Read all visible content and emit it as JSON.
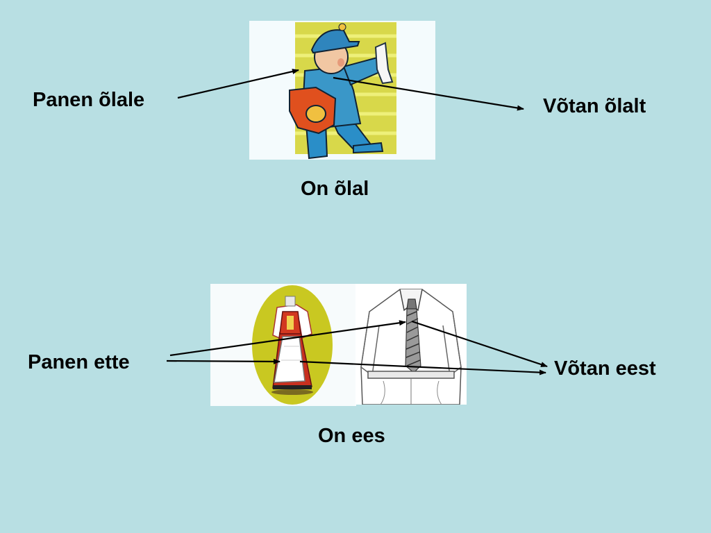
{
  "section1": {
    "left_label": "Panen õlale",
    "right_label": "Võtan õlalt",
    "caption": "On õlal",
    "illustration_icon": "mail-carrier-with-bag-illustration"
  },
  "section2": {
    "left_label": "Panen ette",
    "right_label": "Võtan eest",
    "caption": "On ees",
    "illustration_left_icon": "folk-costume-with-apron-illustration",
    "illustration_right_icon": "shirt-with-tie-sketch-illustration"
  }
}
